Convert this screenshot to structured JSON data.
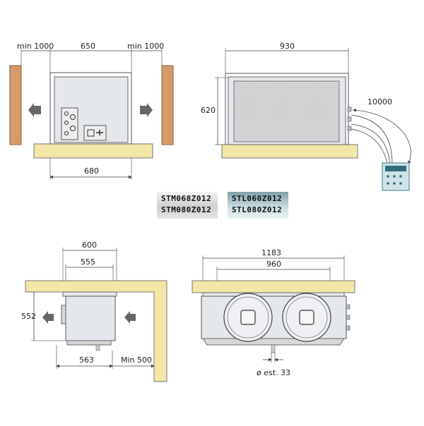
{
  "dimensions": {
    "top_left_min_left": "min 1000",
    "top_left_width": "650",
    "top_left_min_right": "min 1000",
    "top_left_base": "680",
    "top_right_width": "930",
    "top_right_height": "620",
    "top_right_cable": "10000",
    "bottom_left_outer": "600",
    "bottom_left_inner": "555",
    "bottom_left_height": "552",
    "bottom_left_depth": "563",
    "bottom_left_clearance": "Min 500",
    "bottom_right_outer": "1183",
    "bottom_right_inner": "960",
    "bottom_right_drain": "ø est. 33"
  },
  "models": {
    "stm": [
      "STM068Z012",
      "STM080Z012"
    ],
    "stl": [
      "STL060Z012",
      "STL080Z012"
    ]
  },
  "colors": {
    "ceiling": "#f2e7a8",
    "wall": "#d79a6a",
    "unit_body": "#e4e7ec",
    "grille": "#cfcfd2",
    "line": "#444444"
  }
}
